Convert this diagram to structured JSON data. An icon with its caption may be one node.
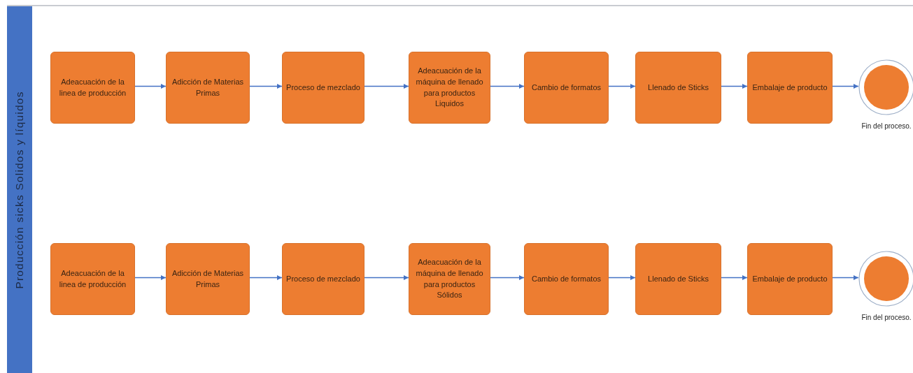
{
  "diagram": {
    "nodes": [
      {
        "text": [
          "Producción sicks Solidos y líquidos"
        ]
      },
      {
        "text": [
          "Adeacuación de la linea de producción"
        ],
        "in": 0
      },
      {
        "text": [
          "Adicción de Materias Primas"
        ],
        "in": 0
      },
      {
        "text": [
          "Proceso de mezclado"
        ],
        "in": 0
      },
      {
        "text": [
          "Adeacuación de la máquina de llenado para productos Liquidos"
        ],
        "in": 0
      },
      {
        "text": [
          "Cambio de formatos"
        ],
        "in": 0
      },
      {
        "text": [
          "Llenado de Sticks"
        ],
        "in": 0
      },
      {
        "text": [
          "Embalaje de producto"
        ],
        "in": 0
      },
      {
        "text": [],
        "shape": "circle",
        "beside": [
          "Fin del proceso."
        ],
        "in": 0
      },
      {
        "text": [
          "Adeacuación de la linea de producción"
        ],
        "in": 0
      },
      {
        "text": [
          "Adicción de Materias Primas"
        ],
        "in": 0
      },
      {
        "text": [
          "Proceso de mezclado"
        ],
        "in": 0
      },
      {
        "text": [
          "Adeacuación de la máquina de llenado para productos Sólidos"
        ],
        "in": 0
      },
      {
        "text": [
          "Cambio de formatos"
        ],
        "in": 0
      },
      {
        "text": [
          "Llenado de Sticks"
        ],
        "in": 0
      },
      {
        "text": [
          "Embalaje de producto"
        ],
        "in": 0
      },
      {
        "text": [],
        "shape": "circle",
        "beside": [
          "Fin del proceso."
        ],
        "in": 0
      }
    ],
    "edges": [
      {
        "from": 1,
        "to": 2,
        "arrow": "to"
      },
      {
        "from": 2,
        "to": 3,
        "arrow": "to"
      },
      {
        "from": 3,
        "to": 4,
        "arrow": "to"
      },
      {
        "from": 4,
        "to": 5,
        "arrow": "to"
      },
      {
        "from": 5,
        "to": 6,
        "arrow": "to"
      },
      {
        "from": 6,
        "to": 7,
        "arrow": "to"
      },
      {
        "from": 7,
        "to": 8,
        "arrow": "to"
      },
      {
        "from": 9,
        "to": 10,
        "arrow": "to"
      },
      {
        "from": 10,
        "to": 11,
        "arrow": "to"
      },
      {
        "from": 11,
        "to": 12,
        "arrow": "to"
      },
      {
        "from": 12,
        "to": 13,
        "arrow": "to"
      },
      {
        "from": 13,
        "to": 14,
        "arrow": "to"
      },
      {
        "from": 14,
        "to": 15,
        "arrow": "to"
      },
      {
        "from": 15,
        "to": 16,
        "arrow": "to"
      }
    ]
  }
}
